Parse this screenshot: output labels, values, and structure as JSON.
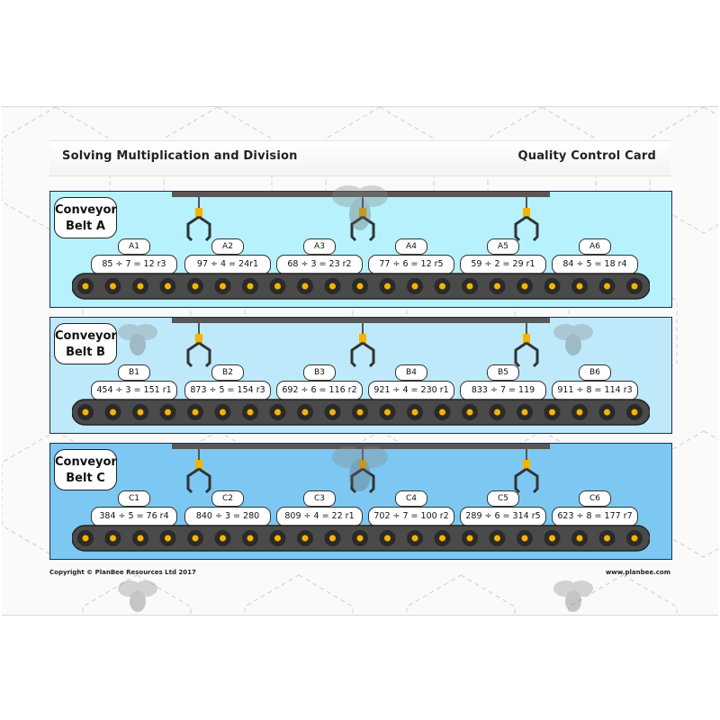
{
  "header": {
    "title": "Solving Multiplication and Division",
    "card_name": "Quality Control Card"
  },
  "belts": [
    {
      "label_line1": "Conveyor",
      "label_line2": "Belt A",
      "questions": [
        {
          "id": "A1",
          "text": "85 ÷ 7 = 12 r3"
        },
        {
          "id": "A2",
          "text": "97 ÷ 4 = 24r1"
        },
        {
          "id": "A3",
          "text": "68 ÷ 3 = 23 r2"
        },
        {
          "id": "A4",
          "text": "77 ÷ 6 = 12 r5"
        },
        {
          "id": "A5",
          "text": "59 ÷ 2 = 29 r1"
        },
        {
          "id": "A6",
          "text": "84 ÷ 5 = 18 r4"
        }
      ]
    },
    {
      "label_line1": "Conveyor",
      "label_line2": "Belt B",
      "questions": [
        {
          "id": "B1",
          "text": "454 ÷ 3 = 151 r1"
        },
        {
          "id": "B2",
          "text": "873 ÷ 5 = 154 r3"
        },
        {
          "id": "B3",
          "text": "692 ÷ 6 = 116 r2"
        },
        {
          "id": "B4",
          "text": "921 ÷ 4 = 230 r1"
        },
        {
          "id": "B5",
          "text": "833 ÷ 7 = 119"
        },
        {
          "id": "B6",
          "text": "911 ÷ 8 = 114 r3"
        }
      ]
    },
    {
      "label_line1": "Conveyor",
      "label_line2": "Belt C",
      "questions": [
        {
          "id": "C1",
          "text": "384 ÷ 5 = 76 r4"
        },
        {
          "id": "C2",
          "text": "840 ÷ 3 = 280"
        },
        {
          "id": "C3",
          "text": "809 ÷ 4 = 22 r1"
        },
        {
          "id": "C4",
          "text": "702 ÷ 7 = 100 r2"
        },
        {
          "id": "C5",
          "text": "289 ÷ 6 = 314 r5"
        },
        {
          "id": "C6",
          "text": "623 ÷ 8 = 177 r7"
        }
      ]
    }
  ],
  "footer": {
    "copyright": "Copyright © PlanBee Resources Ltd 2017",
    "website": "www.planbee.com"
  },
  "colors": {
    "belt_a_bg": "#b6f1fc",
    "belt_b_bg": "#bde9fb",
    "belt_c_bg": "#7cc8f3",
    "roller": "#f5b400",
    "belt_body": "#4a4a4a"
  }
}
